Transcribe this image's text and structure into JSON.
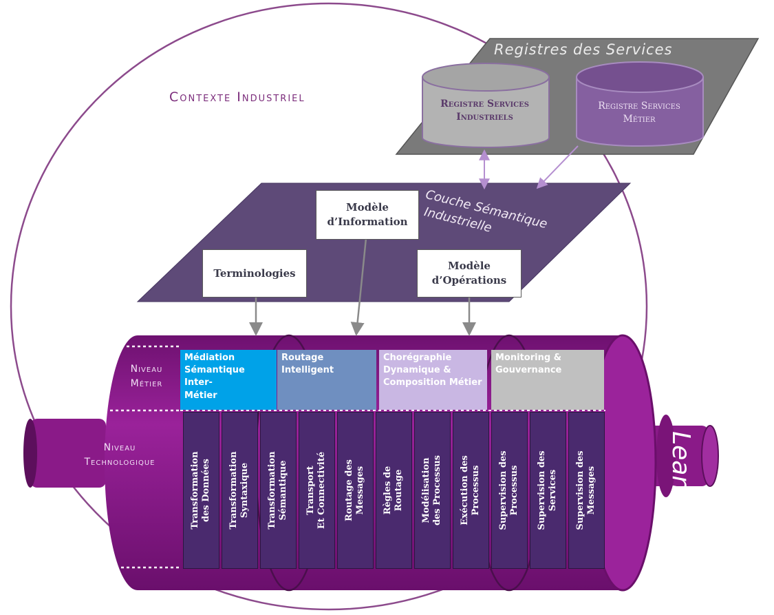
{
  "context_label": "Contexte Industriel",
  "registry": {
    "title": "Registres des Services",
    "industrial": [
      "Registre Services",
      "Industriels"
    ],
    "business": [
      "Registre Services",
      "Métier"
    ]
  },
  "semantic_layer": {
    "title_line1": "Couche Sémantique",
    "title_line2": "Industrielle",
    "model_info": [
      "Modèle",
      "d’Information"
    ],
    "terminologies": "Terminologies",
    "model_ops": [
      "Modèle",
      "d’Opérations"
    ]
  },
  "levels": {
    "business": [
      "Niveau",
      "Métier"
    ],
    "technology": [
      "Niveau",
      "Technologique"
    ]
  },
  "business_bands": [
    {
      "lines": [
        "Médiation",
        "Sémantique Inter-",
        "Métier"
      ],
      "bg": "#00a2e8",
      "fg": "#ffffff"
    },
    {
      "lines": [
        "Routage",
        "Intelligent"
      ],
      "bg": "#6f8fc0",
      "fg": "#ffffff"
    },
    {
      "lines": [
        "Chorégraphie",
        "Dynamique  &",
        "Composition Métier"
      ],
      "bg": "#c9b7e3",
      "fg": "#ffffff"
    },
    {
      "lines": [
        "Monitoring &",
        "Gouvernance"
      ],
      "bg": "#c0c0c0",
      "fg": "#ffffff"
    }
  ],
  "tech_columns": [
    [
      "Transformation",
      "des Données"
    ],
    [
      "Transformation",
      "Syntaxique"
    ],
    [
      "Transformation",
      "Sémantique"
    ],
    [
      "Transport",
      "Et Connectivité"
    ],
    [
      "Routage des",
      "Messages"
    ],
    [
      "Règles de",
      "Routage"
    ],
    [
      "Modélisation",
      "des Processus"
    ],
    [
      "Exécution des",
      "Processus"
    ],
    [
      "Supervision des",
      "Processus"
    ],
    [
      "Supervision des",
      "Services"
    ],
    [
      "Supervision des",
      "Messages"
    ]
  ],
  "esb_label": "Lean ESB",
  "colors": {
    "cylinder": "#8a1a88",
    "cylinder_dark": "#5c0f5c",
    "plane": "#5e4a78",
    "registry_plane": "#7d7d7d",
    "reg_industrial": "#b3b3b3",
    "reg_business": "#8560a0",
    "column": "#4a2a6e"
  }
}
